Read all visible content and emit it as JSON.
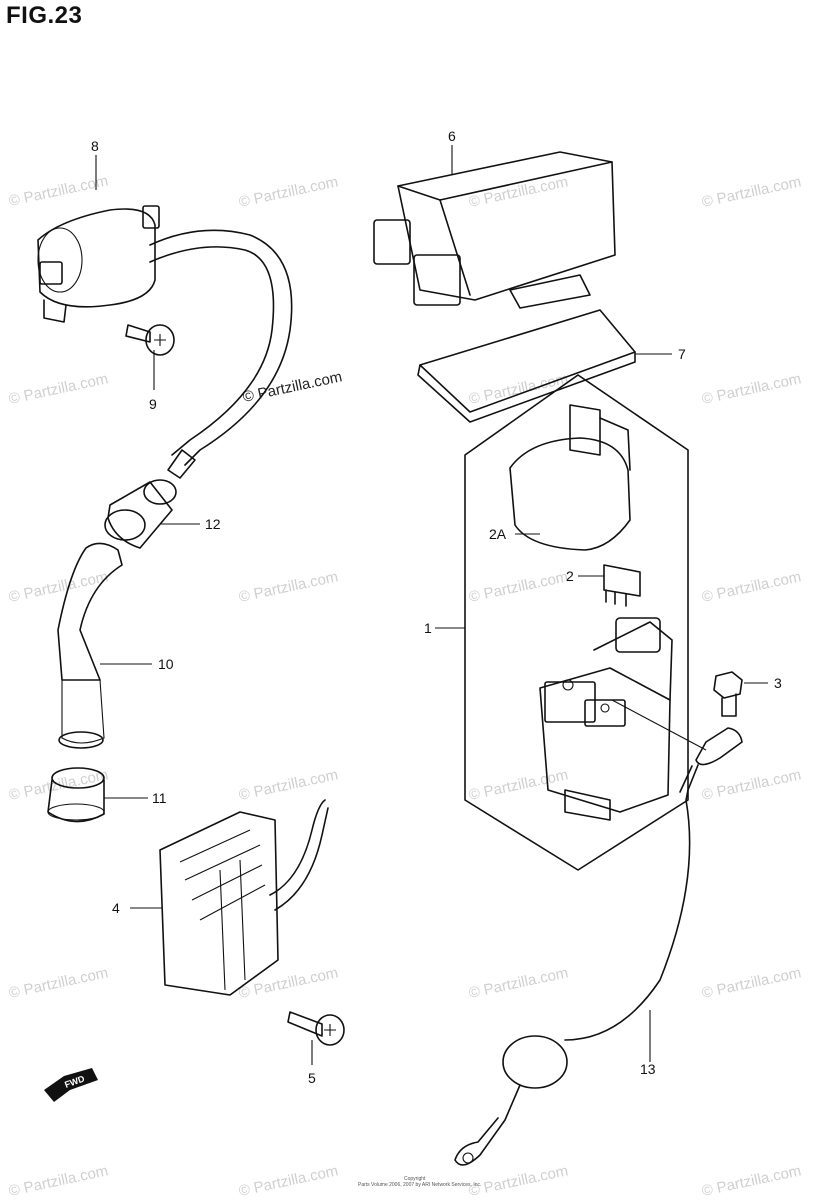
{
  "figure": {
    "title": "FIG.23"
  },
  "watermark": {
    "text": "© Partzilla.com"
  },
  "callouts": {
    "c1": "1",
    "c2": "2",
    "c2a": "2A",
    "c3": "3",
    "c4": "4",
    "c5": "5",
    "c6": "6",
    "c7": "7",
    "c8": "8",
    "c9": "9",
    "c10": "10",
    "c11": "11",
    "c12": "12",
    "c13": "13"
  },
  "footer": {
    "line1": "Copyright",
    "line2": "Parts Volume 2006, 2007 by ARI Network Services, Inc."
  },
  "fwd_badge": {
    "text": "FWD"
  },
  "colors": {
    "ink": "#111111",
    "watermark": "#cfcfcf"
  }
}
